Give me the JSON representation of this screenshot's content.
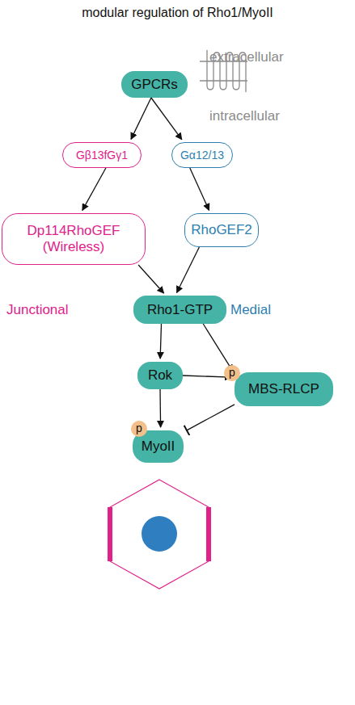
{
  "diagram": {
    "title": "modular regulation of Rho1/MyoII",
    "nodes": [
      {
        "text": [
          "GPCRs"
        ]
      },
      {
        "text": [
          "Gβ13fGγ1"
        ]
      },
      {
        "text": [
          "Gα12/13"
        ]
      },
      {
        "text": [
          "Dp114RhoGEF (Wireless)"
        ]
      },
      {
        "text": [
          "RhoGEF2"
        ]
      },
      {
        "text": [
          "Rho1-GTP"
        ]
      },
      {
        "text": [
          "Rok"
        ]
      },
      {
        "text": [
          "MBS-RLCP"
        ]
      },
      {
        "text": [
          "MyoII"
        ]
      }
    ],
    "edges": [
      {
        "from": 0,
        "to": 1,
        "arrow": "to"
      },
      {
        "from": 0,
        "to": 2,
        "arrow": "to"
      },
      {
        "from": 1,
        "to": 3,
        "arrow": "to"
      },
      {
        "from": 2,
        "to": 4,
        "arrow": "to"
      },
      {
        "from": 3,
        "to": 5,
        "arrow": "to"
      },
      {
        "from": 4,
        "to": 5,
        "arrow": "to"
      },
      {
        "from": 5,
        "to": 6,
        "arrow": "to"
      },
      {
        "from": 5,
        "to": 7,
        "arrow": "to"
      },
      {
        "from": 6,
        "to": 7,
        "arrow": "to"
      },
      {
        "from": 6,
        "to": 8,
        "arrow": "to"
      },
      {
        "from": 7,
        "to": 8,
        "arrow": "to"
      }
    ],
    "labels": [
      "extracellular",
      "intracellular",
      "Junctional",
      "Medial",
      "p",
      "p"
    ]
  }
}
